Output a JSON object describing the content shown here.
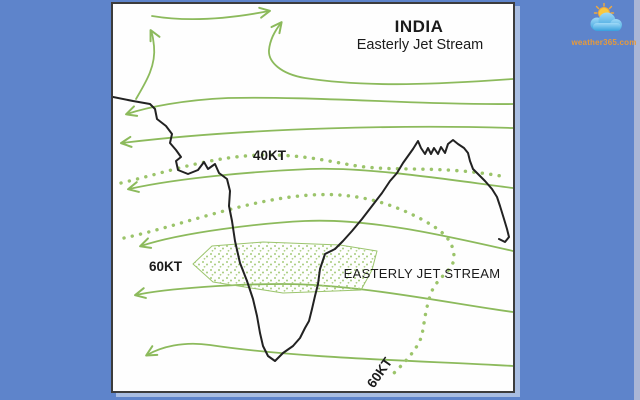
{
  "page": {
    "background_color": "#5e84cb",
    "panel_color": "#fefefe",
    "panel_border_color": "#3c3c3c"
  },
  "logo": {
    "brand": "weather365.com",
    "icon": "sun-cloud-icon",
    "brand_color": "#e89a3a"
  },
  "map": {
    "title": "INDIA",
    "subtitle": "Easterly Jet Stream",
    "labels": {
      "jet_stream": "EASTERLY JET STREAM",
      "speed_40kt": "40KT",
      "speed_60kt": "60KT",
      "speed_60kt_rotated": "60KT"
    },
    "colors": {
      "flow_line_green": "#8cba5c",
      "dotted_axis_green": "#9bc46a",
      "stipple_green": "#a6cb7c",
      "coastline_black": "#222222"
    },
    "flow_direction": "east-to-west"
  }
}
